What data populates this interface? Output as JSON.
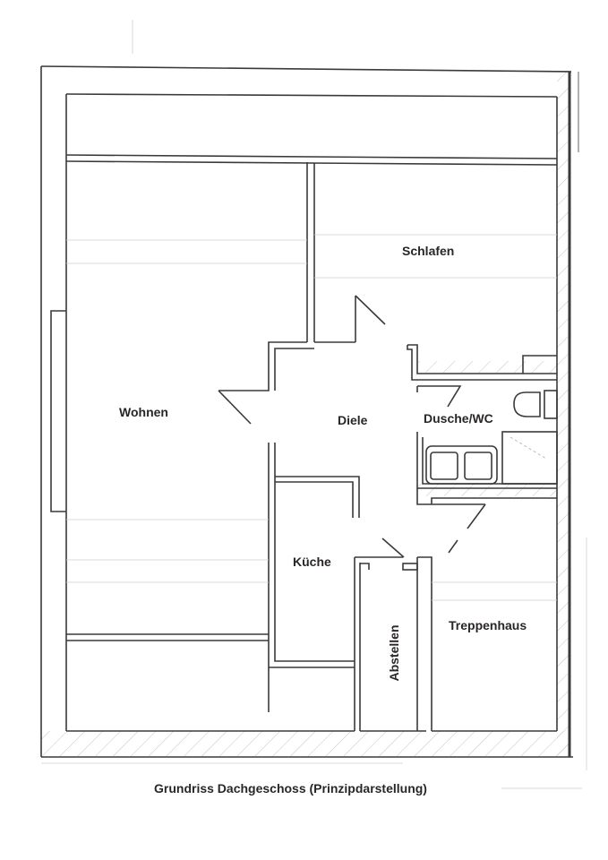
{
  "drawing": {
    "caption": "Grundriss Dachgeschoss (Prinzipdarstellung)",
    "wall_color": "#3a3a3a",
    "hatch_color": "#b8b8b8",
    "background": "#ffffff"
  },
  "rooms": [
    {
      "id": "wohnen",
      "label": "Wohnen"
    },
    {
      "id": "schlafen",
      "label": "Schlafen"
    },
    {
      "id": "diele",
      "label": "Diele"
    },
    {
      "id": "dusche_wc",
      "label": "Dusche/WC"
    },
    {
      "id": "kueche",
      "label": "Küche"
    },
    {
      "id": "abstellen",
      "label": "Abstellen"
    },
    {
      "id": "treppenhaus",
      "label": "Treppenhaus"
    }
  ]
}
